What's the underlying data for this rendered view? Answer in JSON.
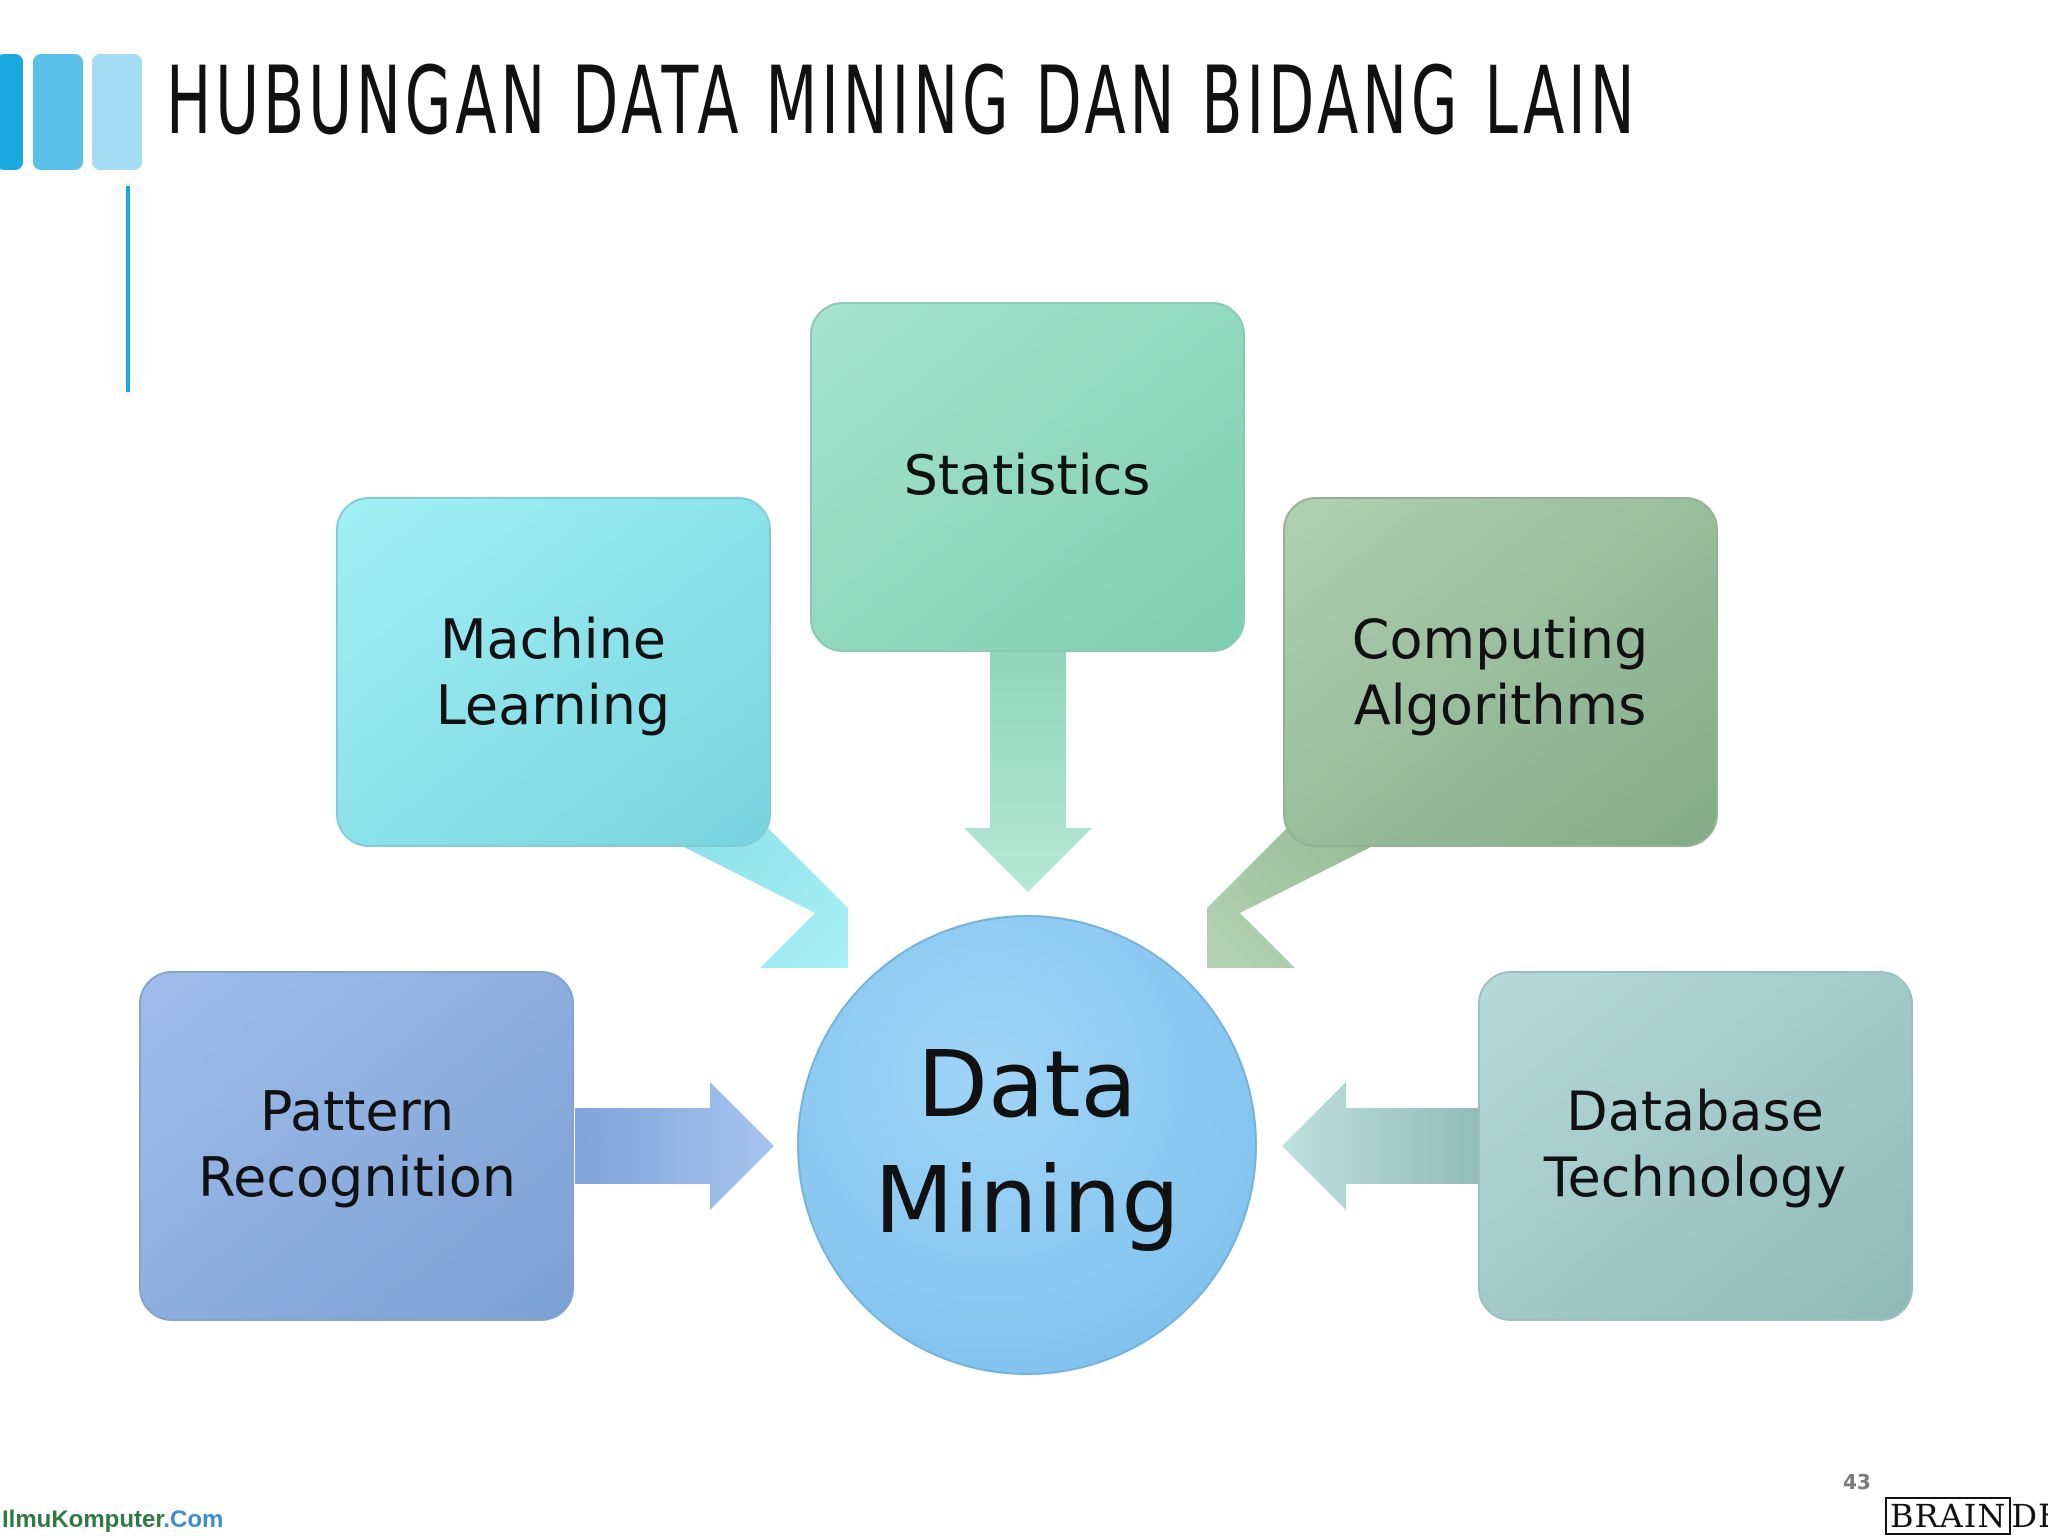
{
  "slide": {
    "title": "HUBUNGAN DATA MINING DAN BIDANG LAIN",
    "page_number": "43"
  },
  "diagram": {
    "center": {
      "line1": "Data",
      "line2": "Mining",
      "color": "#8ecbf3"
    },
    "nodes": {
      "statistics": {
        "lines": [
          "Statistics"
        ],
        "color": "#94dcc4"
      },
      "machine_learning": {
        "lines": [
          "Machine",
          "Learning"
        ],
        "color": "#8fe3ec"
      },
      "computing_algorithms": {
        "lines": [
          "Computing",
          "Algorithms"
        ],
        "color": "#9cbd9c"
      },
      "pattern_recognition": {
        "lines": [
          "Pattern",
          "Recognition"
        ],
        "color": "#8aabe0"
      },
      "database_technology": {
        "lines": [
          "Database",
          "Technology"
        ],
        "color": "#a4cbc8"
      }
    }
  },
  "footer": {
    "left_brand_main": "IlmuKomputer",
    "left_brand_suffix": ".Com",
    "right_brand_boxed": "BRAIN",
    "right_brand_rest": "DEVS"
  },
  "colors": {
    "accent_blue": "#1aa9df",
    "title_text": "#111111"
  }
}
